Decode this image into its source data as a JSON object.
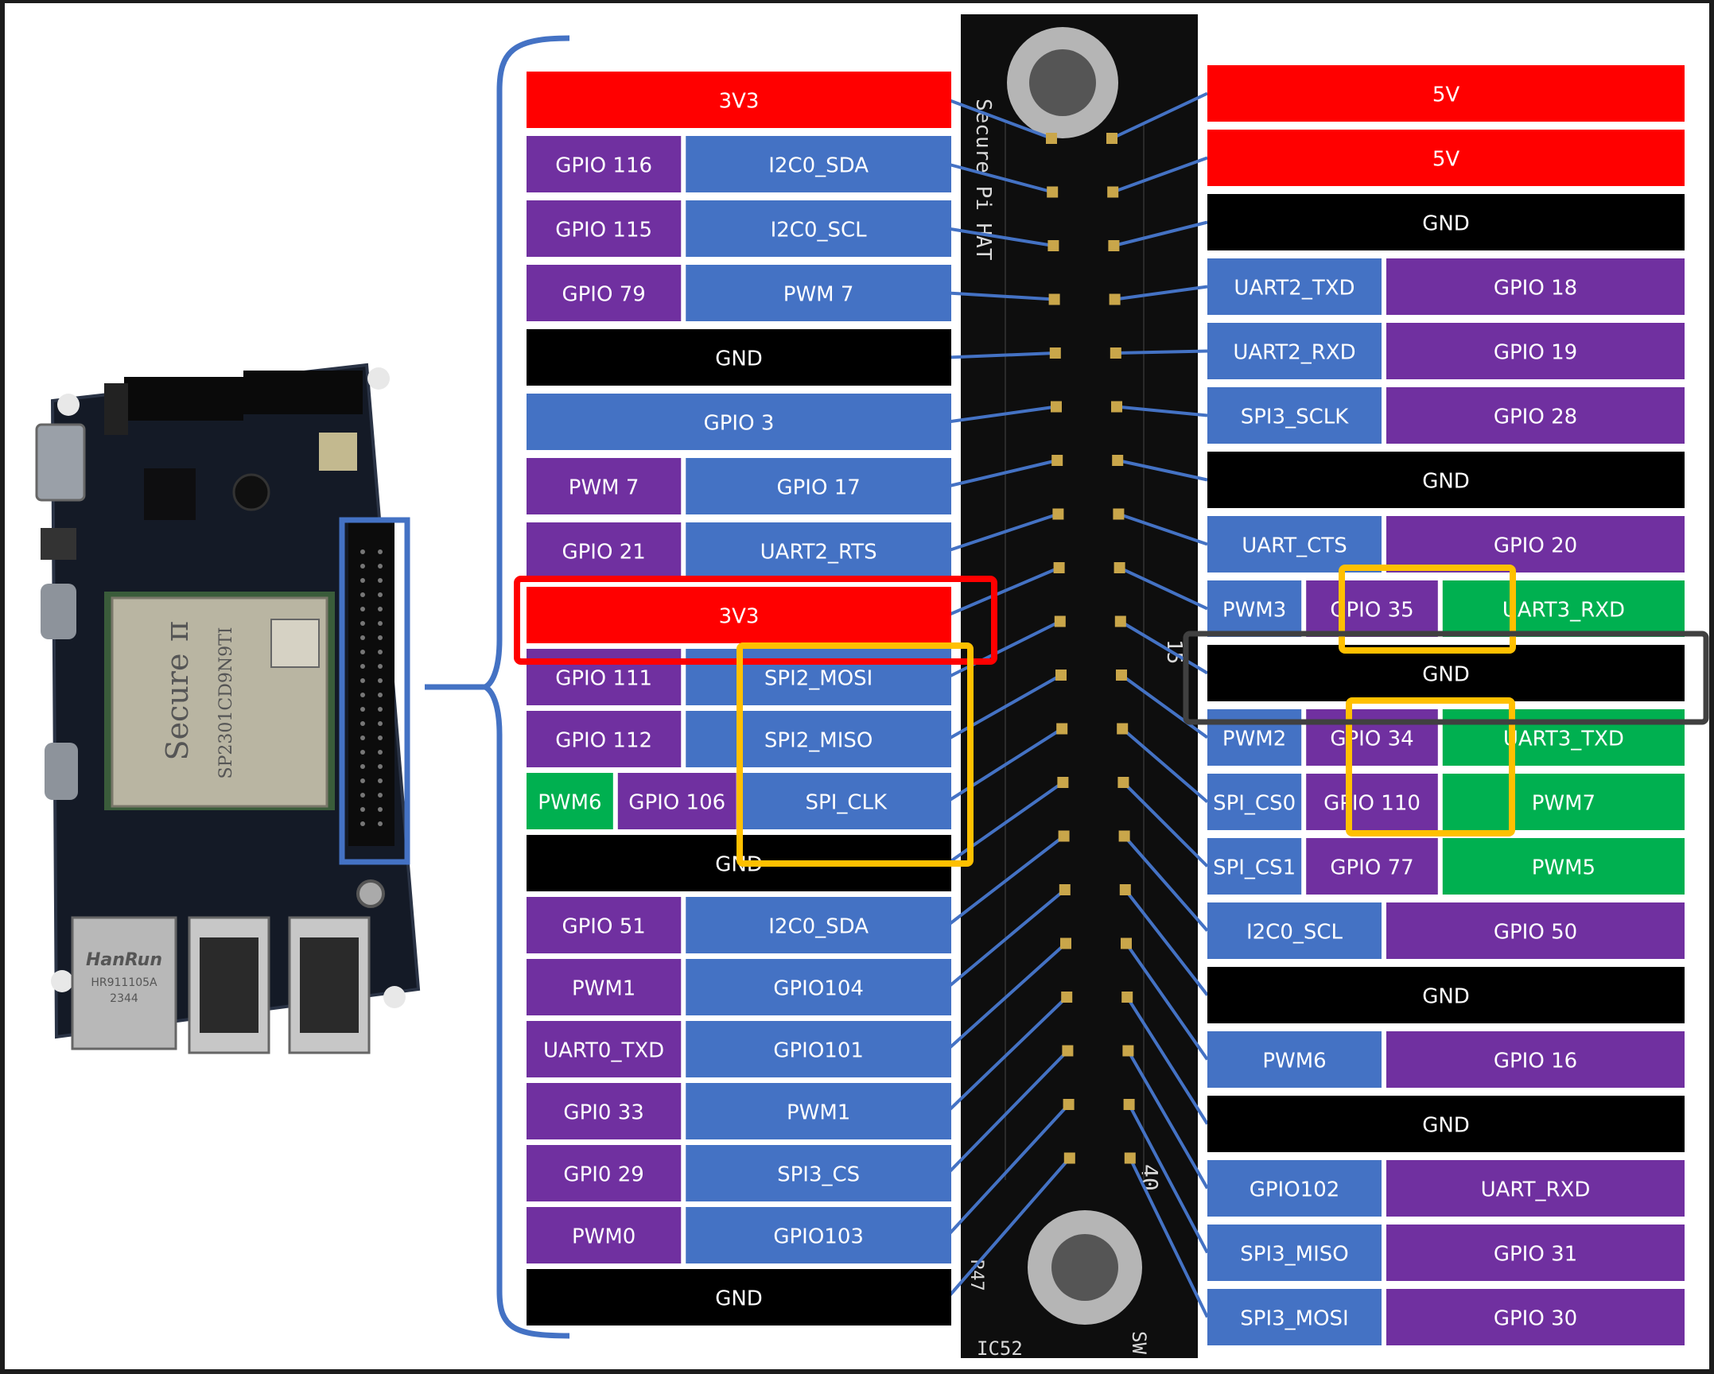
{
  "colors": {
    "power": "#ff0000",
    "gpio": "#7030a0",
    "function": "#4472c4",
    "alt_function": "#00b050",
    "ground": "#000000",
    "connector_lines": "#4472c4",
    "highlight_red": "#ff0000",
    "highlight_orange": "#ffc000",
    "highlight_gray": "#404040"
  },
  "board": {
    "name": "Secure Pi",
    "module_brand": "Secure",
    "module_symbol": "π",
    "module_part": "SP2301CD9N9TI",
    "jack_brand": "HanRun",
    "jack_part": "HR911105A",
    "jack_code": "2344",
    "icons": [
      "board-photo",
      "rj45-jack-icon",
      "usb-port-icon",
      "hdmi-port-icon"
    ]
  },
  "header_strip": {
    "silk_top": "Secure Pi HAT",
    "silk_pin_15": "15",
    "silk_pin_40": "40",
    "silk_ref": "IC52",
    "silk_ref2": "R47",
    "silk_bottom_right": "SW"
  },
  "left_pins": [
    {
      "cells": [
        {
          "label": "3V3",
          "kind": "power"
        }
      ]
    },
    {
      "cells": [
        {
          "label": "GPIO 116",
          "kind": "gpio"
        },
        {
          "label": "I2C0_SDA",
          "kind": "function"
        }
      ]
    },
    {
      "cells": [
        {
          "label": "GPIO 115",
          "kind": "gpio"
        },
        {
          "label": "I2C0_SCL",
          "kind": "function"
        }
      ]
    },
    {
      "cells": [
        {
          "label": "GPIO 79",
          "kind": "gpio"
        },
        {
          "label": "PWM 7",
          "kind": "function"
        }
      ]
    },
    {
      "cells": [
        {
          "label": "GND",
          "kind": "ground"
        }
      ]
    },
    {
      "cells": [
        {
          "label": "GPIO 3",
          "kind": "function"
        }
      ]
    },
    {
      "cells": [
        {
          "label": "PWM 7",
          "kind": "gpio"
        },
        {
          "label": "GPIO 17",
          "kind": "function"
        }
      ]
    },
    {
      "cells": [
        {
          "label": "GPIO 21",
          "kind": "gpio"
        },
        {
          "label": "UART2_RTS",
          "kind": "function"
        }
      ]
    },
    {
      "cells": [
        {
          "label": "3V3",
          "kind": "power"
        }
      ]
    },
    {
      "cells": [
        {
          "label": "GPIO 111",
          "kind": "gpio"
        },
        {
          "label": "SPI2_MOSI",
          "kind": "function"
        }
      ]
    },
    {
      "cells": [
        {
          "label": "GPIO 112",
          "kind": "gpio"
        },
        {
          "label": "SPI2_MISO",
          "kind": "function"
        }
      ]
    },
    {
      "cells": [
        {
          "label": "PWM6",
          "kind": "alt_function"
        },
        {
          "label": "GPIO 106",
          "kind": "gpio"
        },
        {
          "label": "SPI_CLK",
          "kind": "function"
        }
      ]
    },
    {
      "cells": [
        {
          "label": "GND",
          "kind": "ground"
        }
      ]
    },
    {
      "cells": [
        {
          "label": "GPIO 51",
          "kind": "gpio"
        },
        {
          "label": "I2C0_SDA",
          "kind": "function"
        }
      ]
    },
    {
      "cells": [
        {
          "label": "PWM1",
          "kind": "gpio"
        },
        {
          "label": "GPIO104",
          "kind": "function"
        }
      ]
    },
    {
      "cells": [
        {
          "label": "UART0_TXD",
          "kind": "gpio"
        },
        {
          "label": "GPIO101",
          "kind": "function"
        }
      ]
    },
    {
      "cells": [
        {
          "label": "GPI0 33",
          "kind": "gpio"
        },
        {
          "label": "PWM1",
          "kind": "function"
        }
      ]
    },
    {
      "cells": [
        {
          "label": "GPI0 29",
          "kind": "gpio"
        },
        {
          "label": "SPI3_CS",
          "kind": "function"
        }
      ]
    },
    {
      "cells": [
        {
          "label": "PWM0",
          "kind": "gpio"
        },
        {
          "label": "GPIO103",
          "kind": "function"
        }
      ]
    },
    {
      "cells": [
        {
          "label": "GND",
          "kind": "ground"
        }
      ]
    }
  ],
  "right_pins": [
    {
      "cells": [
        {
          "label": "5V",
          "kind": "power"
        }
      ]
    },
    {
      "cells": [
        {
          "label": "5V",
          "kind": "power"
        }
      ]
    },
    {
      "cells": [
        {
          "label": "GND",
          "kind": "ground"
        }
      ]
    },
    {
      "cells": [
        {
          "label": "UART2_TXD",
          "kind": "function"
        },
        {
          "label": "GPIO 18",
          "kind": "gpio"
        }
      ]
    },
    {
      "cells": [
        {
          "label": "UART2_RXD",
          "kind": "function"
        },
        {
          "label": "GPIO 19",
          "kind": "gpio"
        }
      ]
    },
    {
      "cells": [
        {
          "label": "SPI3_SCLK",
          "kind": "function"
        },
        {
          "label": "GPIO 28",
          "kind": "gpio"
        }
      ]
    },
    {
      "cells": [
        {
          "label": "GND",
          "kind": "ground"
        }
      ]
    },
    {
      "cells": [
        {
          "label": "UART_CTS",
          "kind": "function"
        },
        {
          "label": "GPIO 20",
          "kind": "gpio"
        }
      ]
    },
    {
      "cells": [
        {
          "label": "PWM3",
          "kind": "function"
        },
        {
          "label": "GPIO 35",
          "kind": "gpio"
        },
        {
          "label": "UART3_RXD",
          "kind": "alt_function"
        }
      ]
    },
    {
      "cells": [
        {
          "label": "GND",
          "kind": "ground"
        }
      ]
    },
    {
      "cells": [
        {
          "label": "PWM2",
          "kind": "function"
        },
        {
          "label": "GPIO 34",
          "kind": "gpio"
        },
        {
          "label": "UART3_TXD",
          "kind": "alt_function"
        }
      ]
    },
    {
      "cells": [
        {
          "label": "SPI_CS0",
          "kind": "function"
        },
        {
          "label": "GPIO 110",
          "kind": "gpio"
        },
        {
          "label": "PWM7",
          "kind": "alt_function"
        }
      ]
    },
    {
      "cells": [
        {
          "label": "SPI_CS1",
          "kind": "function"
        },
        {
          "label": "GPIO 77",
          "kind": "gpio"
        },
        {
          "label": "PWM5",
          "kind": "alt_function"
        }
      ]
    },
    {
      "cells": [
        {
          "label": "I2C0_SCL",
          "kind": "function"
        },
        {
          "label": "GPIO 50",
          "kind": "gpio"
        }
      ]
    },
    {
      "cells": [
        {
          "label": "GND",
          "kind": "ground"
        }
      ]
    },
    {
      "cells": [
        {
          "label": "PWM6",
          "kind": "function"
        },
        {
          "label": "GPIO 16",
          "kind": "gpio"
        }
      ]
    },
    {
      "cells": [
        {
          "label": "GND",
          "kind": "ground"
        }
      ]
    },
    {
      "cells": [
        {
          "label": "GPIO102",
          "kind": "function"
        },
        {
          "label": "UART_RXD",
          "kind": "gpio"
        }
      ]
    },
    {
      "cells": [
        {
          "label": "SPI3_MISO",
          "kind": "function"
        },
        {
          "label": "GPIO 31",
          "kind": "gpio"
        }
      ]
    },
    {
      "cells": [
        {
          "label": "SPI3_MOSI",
          "kind": "function"
        },
        {
          "label": "GPIO 30",
          "kind": "gpio"
        }
      ]
    }
  ]
}
